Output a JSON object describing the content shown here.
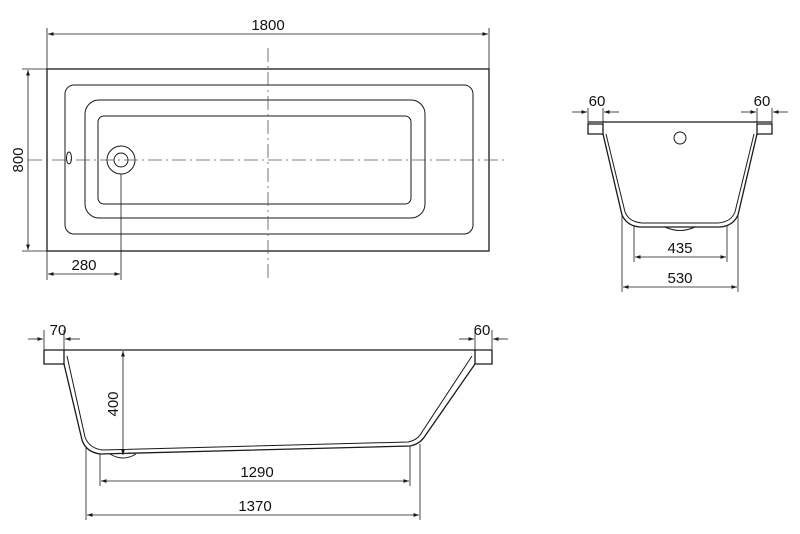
{
  "top_view": {
    "length": "1800",
    "width": "800",
    "drain_offset": "280"
  },
  "end_view": {
    "rim_left": "60",
    "rim_right": "60",
    "bottom_inner": "435",
    "bottom_outer": "530"
  },
  "side_view": {
    "rim_left": "70",
    "rim_right": "60",
    "depth": "400",
    "bottom_inner": "1290",
    "bottom_outer": "1370"
  },
  "colors": {
    "line": "#1a1a1a",
    "background": "#ffffff"
  }
}
